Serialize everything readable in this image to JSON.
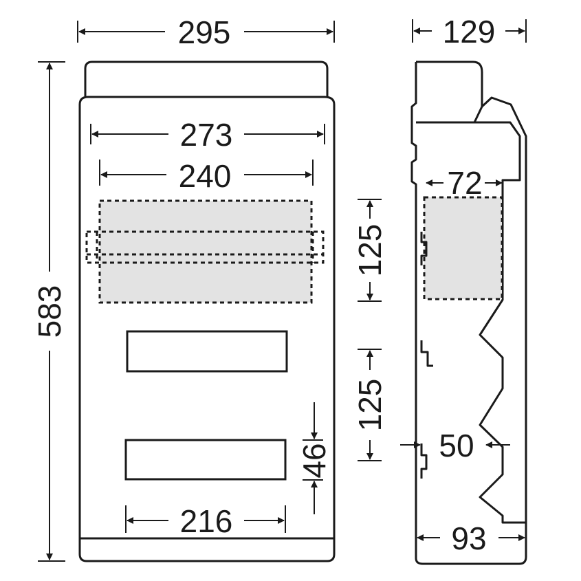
{
  "dimensions": {
    "width_front": "295",
    "inner_width": "273",
    "din_rail_length": "240",
    "height_total": "583",
    "depth_total": "129",
    "module_depth": "72",
    "row_pitch_1": "125",
    "row_pitch_2": "125",
    "cutout_height": "46",
    "cutout_width": "216",
    "rail_depth": "50",
    "base_depth": "93"
  },
  "colors": {
    "line": "#1a1a1a",
    "module_fill": "#e3e3e3",
    "background": "#ffffff"
  }
}
